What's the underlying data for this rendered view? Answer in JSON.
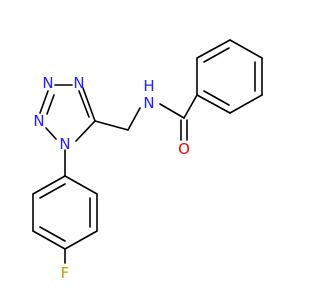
{
  "diagram": {
    "kind": "chemical-structure",
    "colors": {
      "bond": "#000000",
      "nitrogen": "#2020ff",
      "oxygen": "#ff0000",
      "fluorine": "#c8a000",
      "hydrogen": "#2020ff"
    },
    "labels": {
      "n_tetrazole_1": "N",
      "n_tetrazole_2": "N",
      "n_tetrazole_3": "N",
      "n_tetrazole_4": "N",
      "n_amide": "N",
      "h_amide": "H",
      "o_carbonyl": "O",
      "f_para": "F"
    }
  }
}
